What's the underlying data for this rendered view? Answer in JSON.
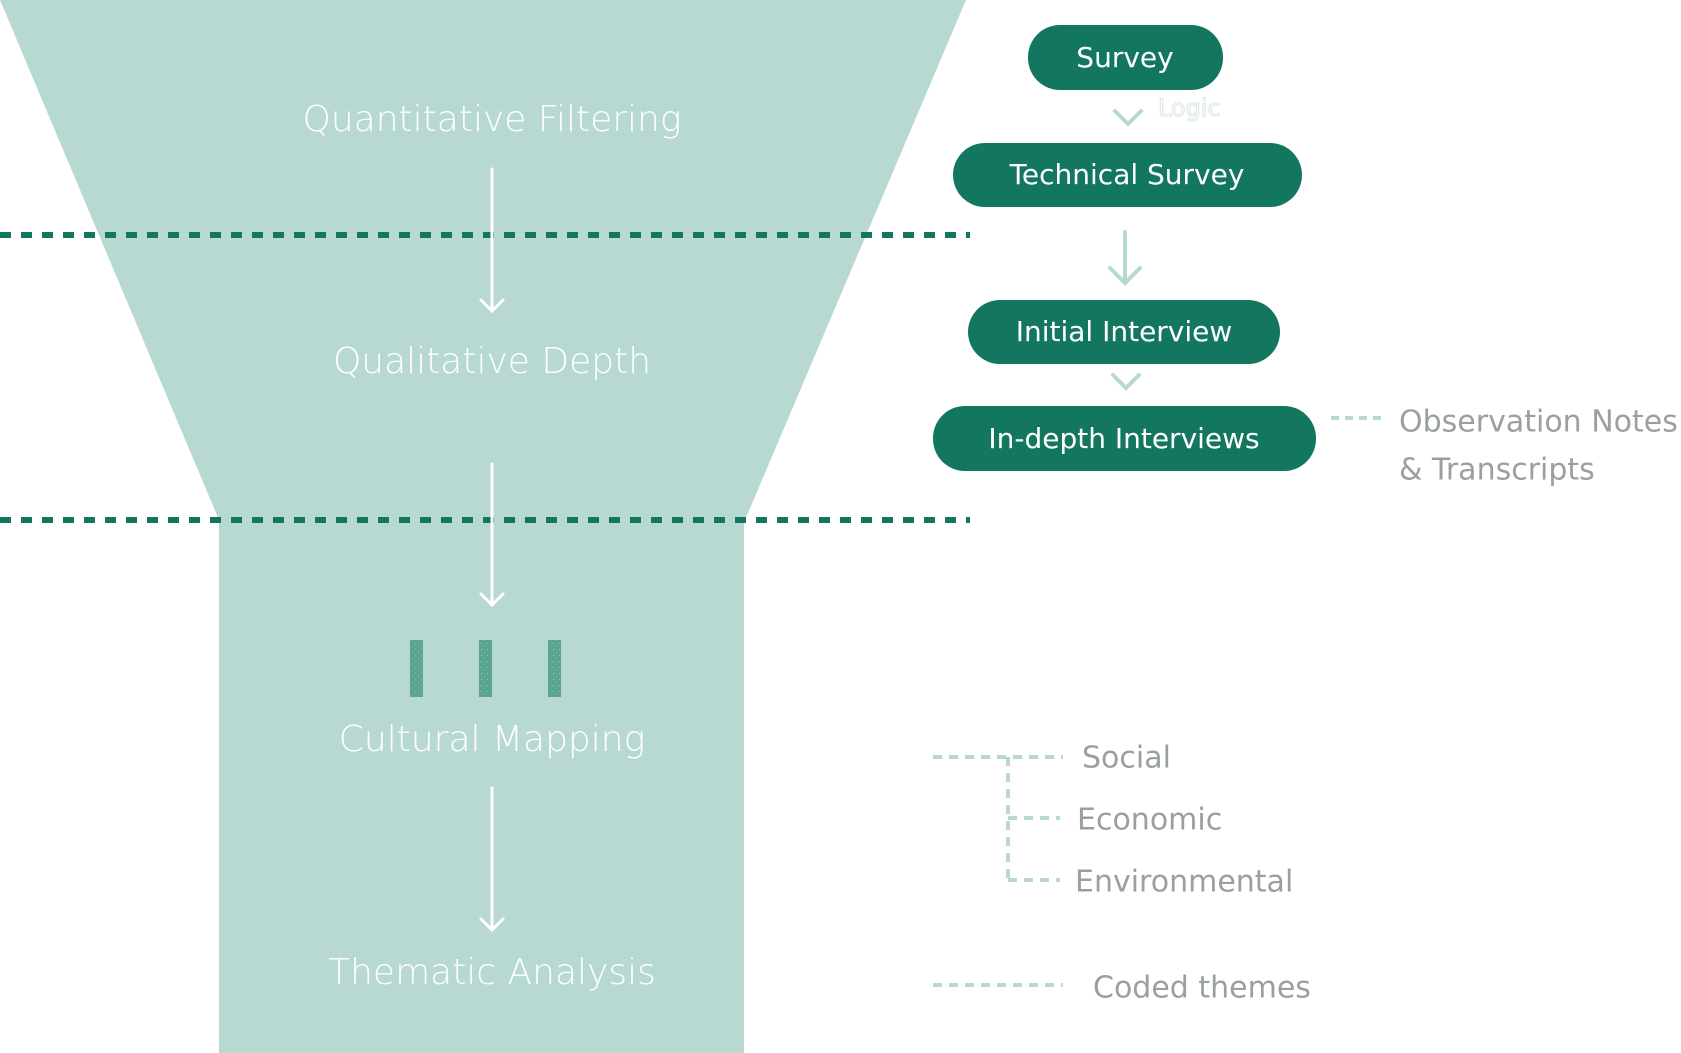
{
  "colors": {
    "funnel_fill": "#b7d9d2",
    "accent_dark": "#137760",
    "accent_light": "#b7d9d2",
    "stage_text": "#ffffff",
    "side_text": "#9aa09e"
  },
  "funnel": {
    "stages": [
      {
        "label": "Quantitative Filtering"
      },
      {
        "label": "Qualitative Depth"
      },
      {
        "label": "Cultural Mapping"
      },
      {
        "label": "Thematic Analysis"
      }
    ],
    "divider_count": 2,
    "bar_marker_count": 3
  },
  "flow": {
    "steps": [
      {
        "label": "Survey"
      },
      {
        "label": "Technical Survey"
      },
      {
        "label": "Initial Interview"
      },
      {
        "label": "In-depth Interviews"
      }
    ],
    "logic_label": "Logic",
    "connectors": [
      "chevron-down-icon",
      "arrow-down-icon",
      "chevron-down-icon"
    ],
    "output_note": {
      "line1": "Observation Notes",
      "line2": "& Transcripts"
    }
  },
  "themes": {
    "items": [
      "Social",
      "Economic",
      "Environmental"
    ],
    "coded_label": "Coded themes"
  }
}
